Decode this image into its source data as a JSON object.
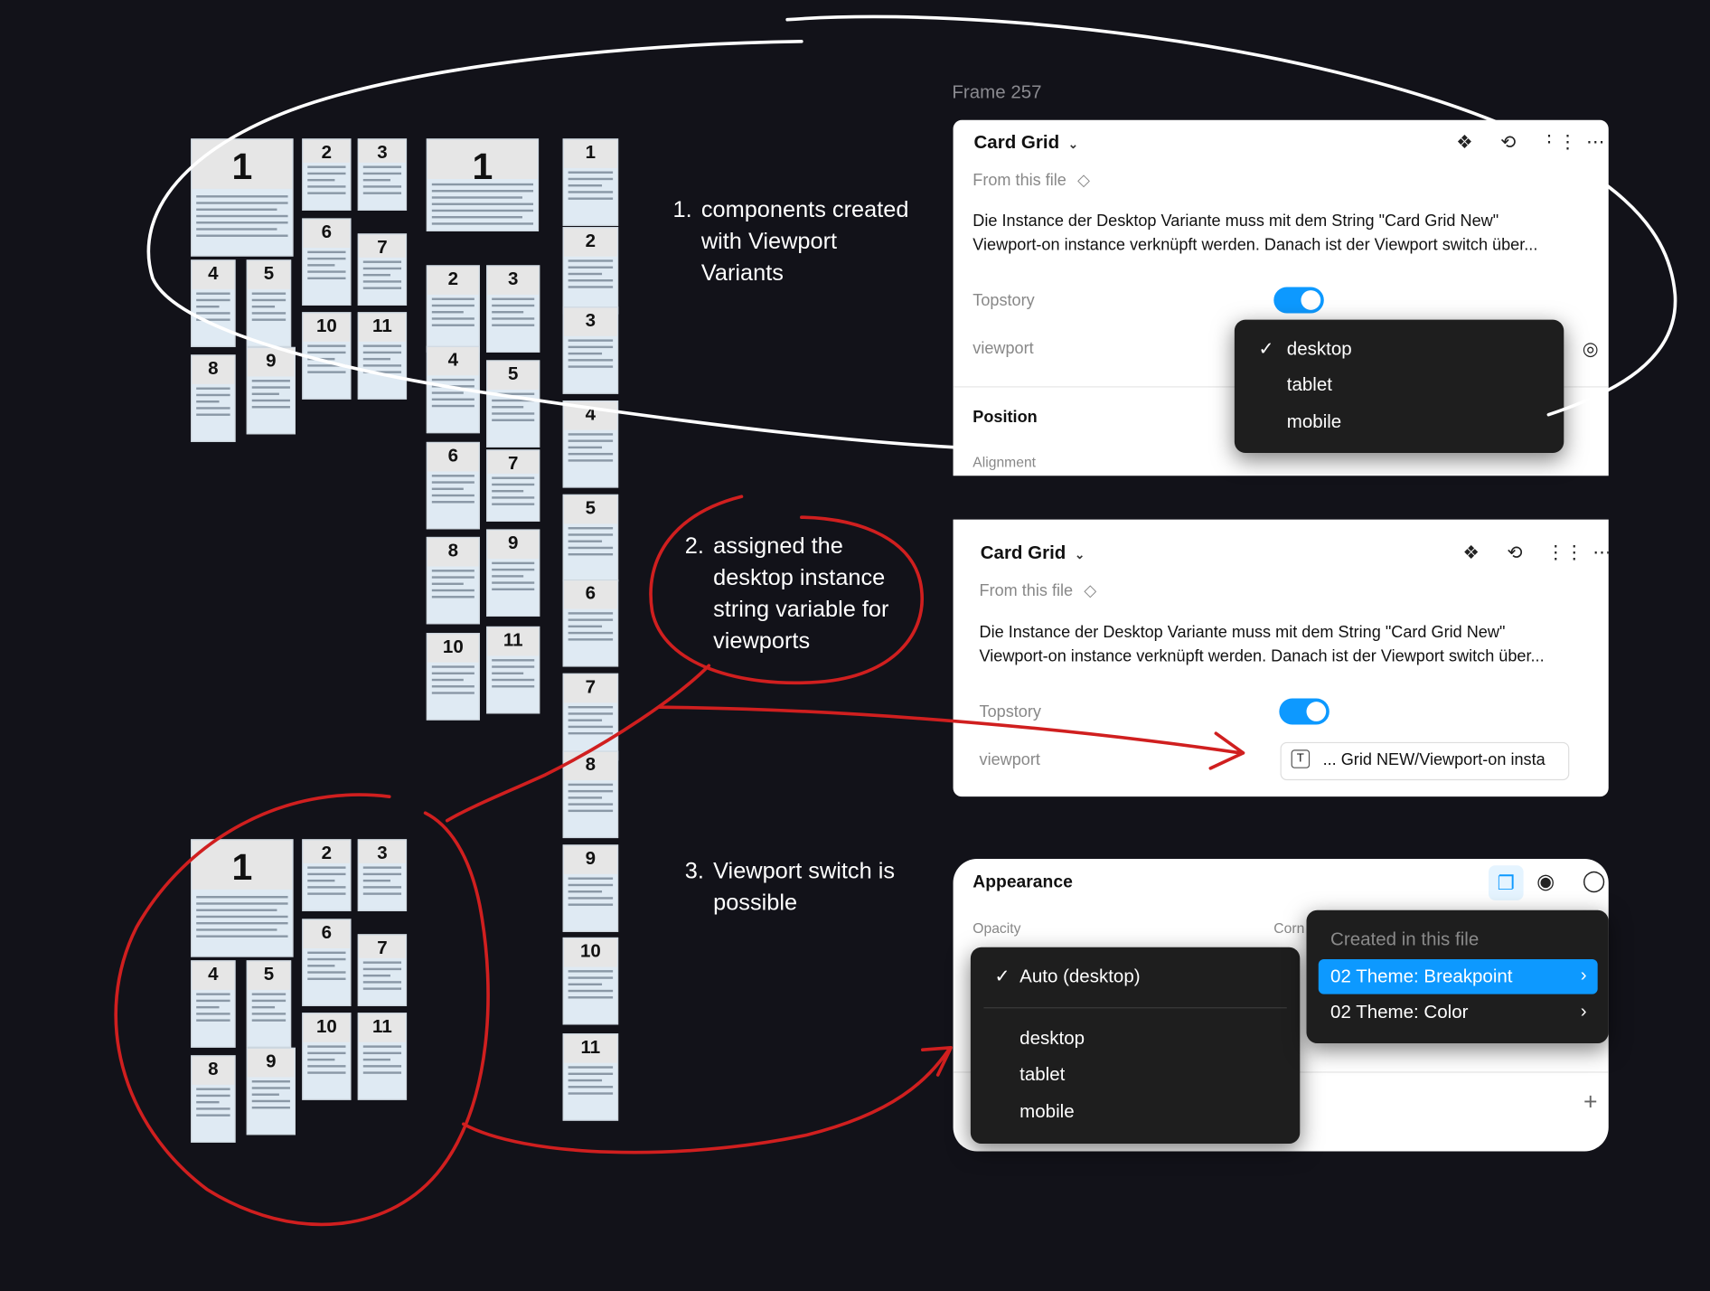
{
  "frame_label": "Frame 257",
  "annotations": {
    "step1": {
      "num": "1.",
      "lines": [
        "components created",
        "with Viewport",
        "Variants"
      ]
    },
    "step2": {
      "num": "2.",
      "lines": [
        "assigned the",
        "desktop instance",
        "string variable for",
        "viewports"
      ]
    },
    "step3": {
      "num": "3.",
      "lines": [
        "Viewport switch is",
        "possible"
      ]
    }
  },
  "panel1": {
    "title": "Card Grid",
    "source": "From this file",
    "description": [
      "Die Instance der Desktop Variante muss mit dem String \"Card Grid New\"",
      "Viewport-on instance verknüpft werden. Danach ist der Viewport switch über..."
    ],
    "topstory_label": "Topstory",
    "viewport_label": "viewport",
    "position_label": "Position",
    "alignment_label": "Alignment",
    "dropdown": {
      "selected": "desktop",
      "options": [
        "desktop",
        "tablet",
        "mobile"
      ]
    }
  },
  "panel2": {
    "title": "Card Grid",
    "source": "From this file",
    "description": [
      "Die Instance der Desktop Variante muss mit dem String \"Card Grid New\"",
      "Viewport-on instance verknüpft werden. Danach ist der Viewport switch über..."
    ],
    "topstory_label": "Topstory",
    "viewport_label": "viewport",
    "viewport_value": "... Grid NEW/Viewport-on insta"
  },
  "panel3": {
    "title": "Appearance",
    "opacity_label": "Opacity",
    "corner_label": "Corn",
    "mode_menu": {
      "selected": "Auto (desktop)",
      "options": [
        "desktop",
        "tablet",
        "mobile"
      ]
    },
    "collection_menu": {
      "header": "Created in this file",
      "items": [
        "02 Theme: Breakpoint",
        "02 Theme: Color"
      ]
    },
    "accent": "#0d99ff"
  },
  "grids": {
    "desktop_a": [
      "1",
      "2",
      "3",
      "4",
      "5",
      "6",
      "7",
      "8",
      "9",
      "10",
      "11"
    ],
    "tablet": [
      "1",
      "2",
      "3",
      "4",
      "5",
      "6",
      "7",
      "8",
      "9",
      "10",
      "11"
    ],
    "mobile": [
      "1",
      "2",
      "3",
      "4",
      "5",
      "6",
      "7",
      "8",
      "9",
      "10",
      "11"
    ],
    "desktop_b": [
      "1",
      "2",
      "3",
      "4",
      "5",
      "6",
      "7",
      "8",
      "9",
      "10",
      "11"
    ]
  },
  "colors": {
    "annotation_red": "#d01f1f",
    "annotation_white": "#ffffff"
  }
}
